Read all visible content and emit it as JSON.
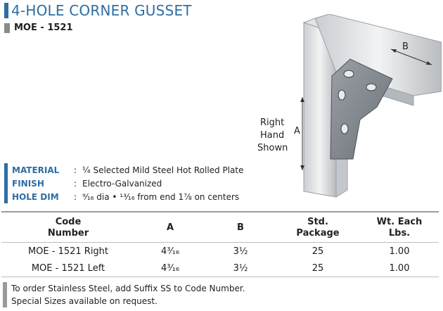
{
  "title": "4-HOLE CORNER GUSSET",
  "subtitle": "MOE - 1521",
  "drawing": {
    "label_right_hand": [
      "Right",
      "Hand",
      "Shown"
    ],
    "dim_a": "A",
    "dim_b": "B"
  },
  "specs": [
    {
      "label": "MATERIAL",
      "colon": ":",
      "value": "¼ Selected Mild Steel Hot Rolled Plate"
    },
    {
      "label": "FINISH",
      "colon": ":",
      "value": "Electro-Galvanized"
    },
    {
      "label": "HOLE DIM",
      "colon": ":",
      "value": "⁹⁄₁₆ dia • ¹³⁄₁₆ from end 1⅞  on centers"
    }
  ],
  "table": {
    "headers": [
      "Code\nNumber",
      "A",
      "B",
      "Std.\nPackage",
      "Wt. Each\nLbs."
    ],
    "rows": [
      [
        "MOE - 1521 Right",
        "4³⁄₁₆",
        "3½",
        "25",
        "1.00"
      ],
      [
        "MOE - 1521 Left",
        "4³⁄₁₆",
        "3½",
        "25",
        "1.00"
      ]
    ]
  },
  "notes": [
    "To order Stainless Steel, add Suffix SS to Code Number.",
    "Special Sizes available on request."
  ],
  "colors": {
    "accent": "#2e6da4",
    "gray_bar": "#8a8a8a"
  }
}
